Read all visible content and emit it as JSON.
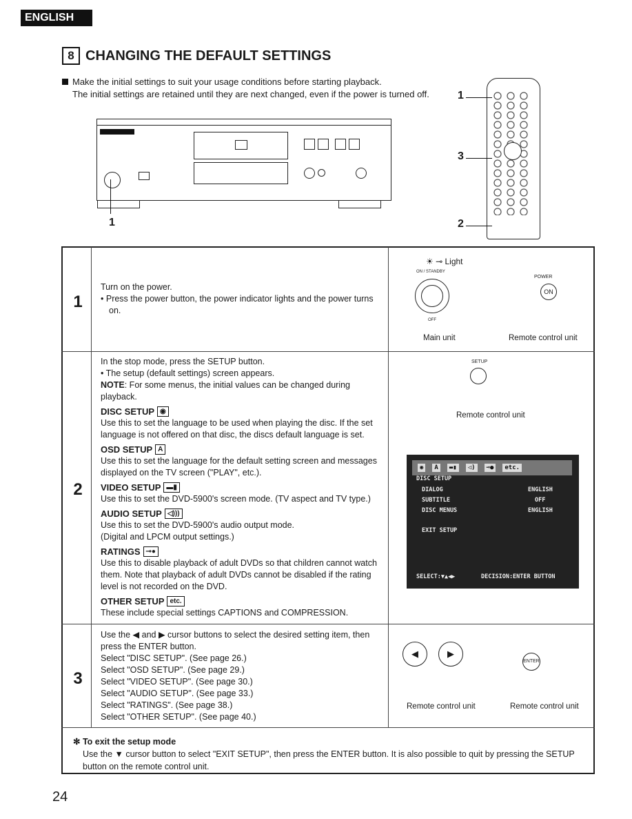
{
  "header": {
    "language_tab": "ENGLISH"
  },
  "section": {
    "number": "8",
    "title": "CHANGING THE DEFAULT SETTINGS"
  },
  "intro": {
    "line1": "Make the initial settings to suit your usage conditions before starting playback.",
    "line2": "The initial settings are retained until they are next changed, even if the power is turned off."
  },
  "figure": {
    "player_callout": "1",
    "remote_callout_top": "1",
    "remote_callout_mid": "3",
    "remote_callout_bottom": "2"
  },
  "steps": {
    "step1": {
      "number": "1",
      "line1": "Turn on the power.",
      "bullet": "Press the power button, the power indicator lights and the power turns",
      "bullet_cont": "on.",
      "light_label": "Light",
      "on_standby": "ON / STANDBY",
      "off": "OFF",
      "power": "POWER",
      "on_btn": "ON",
      "cap_main": "Main unit",
      "cap_remote": "Remote control unit"
    },
    "step2": {
      "number": "2",
      "line1": "In the stop mode, press the SETUP button.",
      "bullet": "The setup (default settings) screen appears.",
      "note_label": "NOTE",
      "note_text": ": For some menus, the initial values can be changed during playback.",
      "disc_setup": "DISC SETUP",
      "disc_text": "Use this to set the language to be used when playing the disc. If the set language is not offered on that disc, the discs default language is set.",
      "osd_setup": "OSD SETUP",
      "osd_icon": "A",
      "osd_text": "Use this to set the language for the default setting screen and messages displayed on the TV screen (\"PLAY\", etc.).",
      "video_setup": "VIDEO SETUP",
      "video_text": "Use this to set the DVD-5900's screen mode. (TV aspect and TV type.)",
      "audio_setup": "AUDIO SETUP",
      "audio_text1": "Use this to set the DVD-5900's audio output mode.",
      "audio_text2": "(Digital and LPCM output settings.)",
      "ratings": "RATINGS",
      "ratings_text": "Use this to disable playback of adult DVDs so that children cannot watch them. Note that playback of adult DVDs cannot be disabled if the rating level is not recorded on the DVD.",
      "other_setup": "OTHER SETUP",
      "other_icon": "etc.",
      "other_text": "These include special settings CAPTIONS and COMPRESSION.",
      "setup_btn": "SETUP",
      "cap_remote": "Remote control unit",
      "screen": {
        "tab_etc": "etc.",
        "heading": "DISC SETUP",
        "rows": [
          {
            "label": "DIALOG",
            "value": "ENGLISH"
          },
          {
            "label": "SUBTITLE",
            "value": "OFF"
          },
          {
            "label": "DISC MENUS",
            "value": "ENGLISH"
          }
        ],
        "exit": "EXIT SETUP",
        "footer_left": "SELECT:",
        "footer_right": "DECISION:ENTER BUTTON"
      }
    },
    "step3": {
      "number": "3",
      "line1": "Use the ◀ and ▶ cursor buttons to select the desired setting item, then",
      "line2": "press the ENTER button.",
      "items": [
        "Select \"DISC SETUP\". (See page 26.)",
        "Select \"OSD SETUP\". (See page 29.)",
        "Select \"VIDEO SETUP\". (See page 30.)",
        "Select \"AUDIO SETUP\". (See page 33.)",
        "Select \"RATINGS\". (See page 38.)",
        "Select \"OTHER SETUP\". (See page 40.)"
      ],
      "enter_btn": "ENTER",
      "cap_left": "Remote control unit",
      "cap_right": "Remote control unit"
    }
  },
  "exit_note": {
    "title": "✻ To exit the setup mode",
    "text": "Use the ▼ cursor button to select \"EXIT SETUP\", then press the ENTER button. It is also possible to quit by pressing the SETUP button on the remote control unit."
  },
  "page_number": "24"
}
